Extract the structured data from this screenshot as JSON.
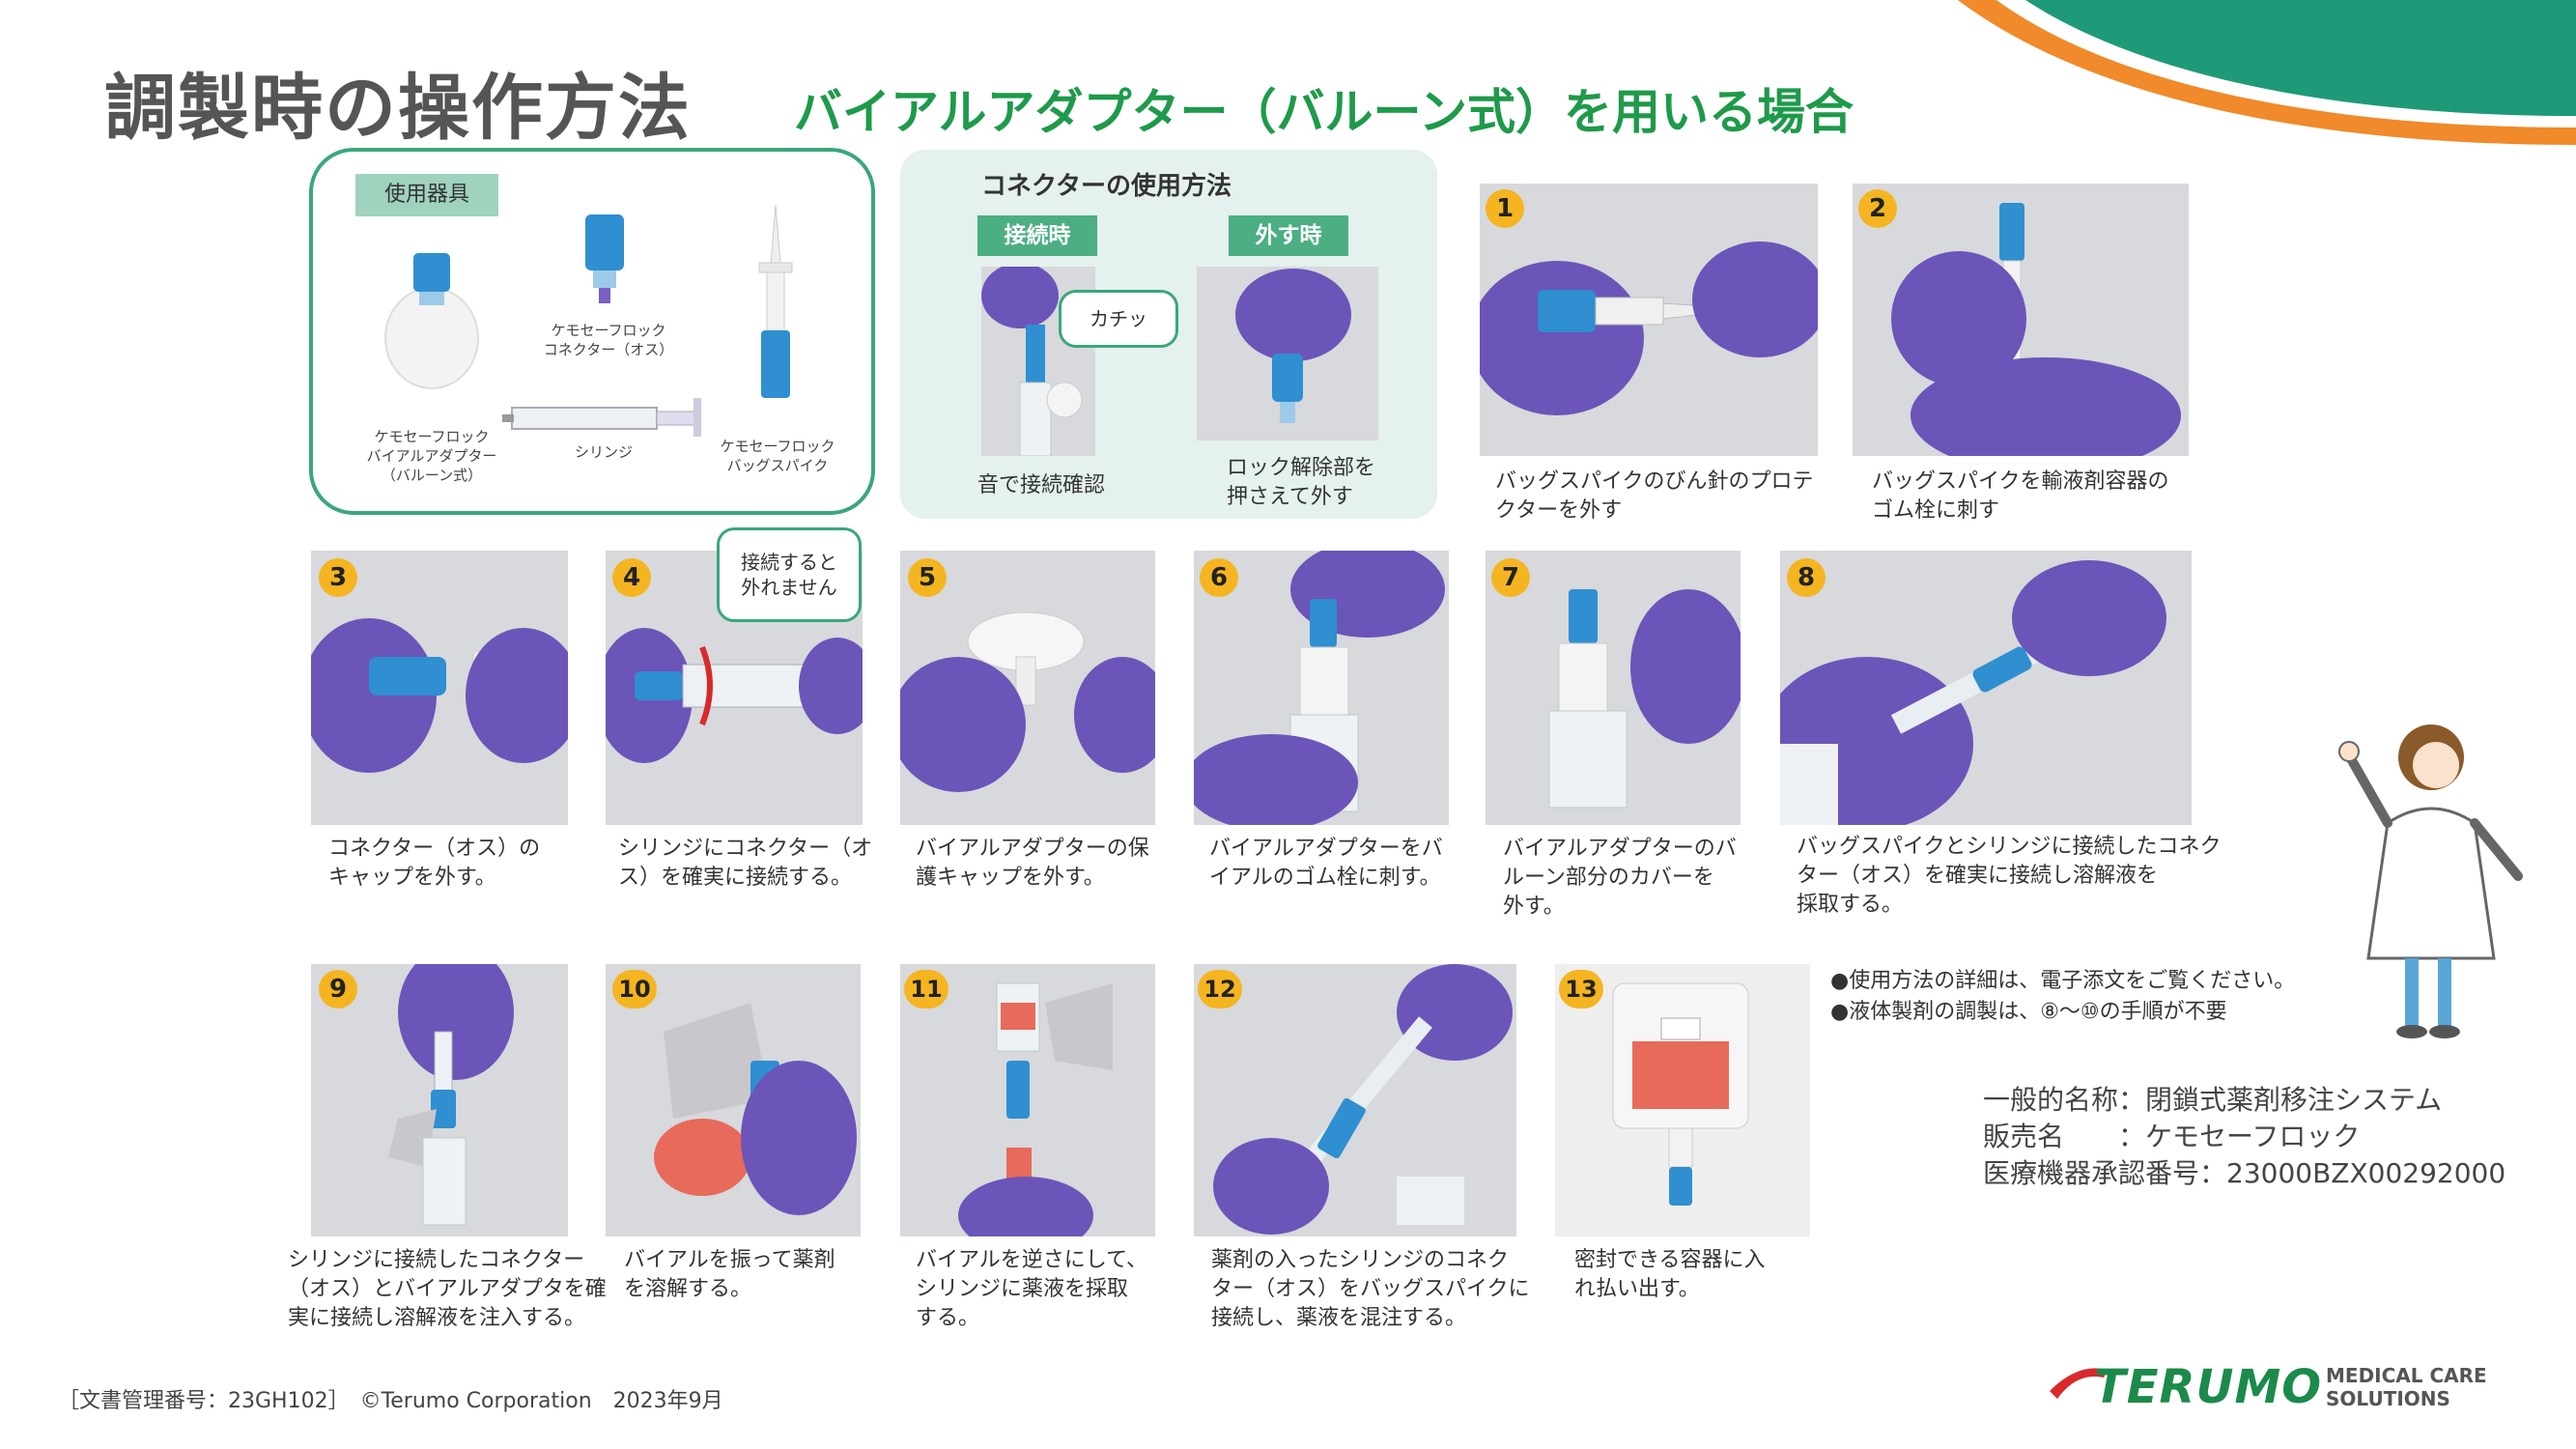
{
  "header": {
    "title": "調製時の操作方法",
    "subtitle": "バイアルアダプター（バルーン式）を用いる場合"
  },
  "equipment": {
    "label": "使用器具",
    "items": [
      {
        "caption": "ケモセーフロック\nバイアルアダプター\n（バルーン式）"
      },
      {
        "caption": "ケモセーフロック\nコネクター（オス）"
      },
      {
        "caption": "シリンジ"
      },
      {
        "caption": "ケモセーフロック\nバッグスパイク"
      }
    ]
  },
  "connector": {
    "title": "コネクターの使用方法",
    "connect_tag": "接続時",
    "remove_tag": "外す時",
    "click_bubble": "カチッ",
    "connect_caption": "音で接続確認",
    "remove_caption": "ロック解除部を\n押さえて外す"
  },
  "steps": [
    {
      "number": "1",
      "caption": "バッグスパイクのびん針のプロテ\nクターを外す"
    },
    {
      "number": "2",
      "caption": "バッグスパイクを輸液剤容器の\nゴム栓に刺す"
    },
    {
      "number": "3",
      "caption": "コネクター（オス）の\nキャップを外す。"
    },
    {
      "number": "4",
      "caption": "シリンジにコネクター（オ\nス）を確実に接続する。"
    },
    {
      "number": "5",
      "caption": "バイアルアダプターの保\n護キャップを外す。"
    },
    {
      "number": "6",
      "caption": "バイアルアダプターをバ\nイアルのゴム栓に刺す。"
    },
    {
      "number": "7",
      "caption": "バイアルアダプターのバ\nルーン部分のカバーを\n外す。"
    },
    {
      "number": "8",
      "caption": "バッグスパイクとシリンジに接続したコネク\nター（オス）を確実に接続し溶解液を\n採取する。"
    },
    {
      "number": "9",
      "caption": "シリンジに接続したコネクター\n（オス）とバイアルアダプタを確\n実に接続し溶解液を注入する。"
    },
    {
      "number": "10",
      "caption": "バイアルを振って薬剤\nを溶解する。"
    },
    {
      "number": "11",
      "caption": "バイアルを逆さにして、\nシリンジに薬液を採取\nする。"
    },
    {
      "number": "12",
      "caption": "薬剤の入ったシリンジのコネク\nター（オス）をバッグスパイクに\n接続し、薬液を混注する。"
    },
    {
      "number": "13",
      "caption": "密封できる容器に入\nれ払い出す。"
    }
  ],
  "step4_bubble": "接続すると\n外れません",
  "notes": [
    "●使用方法の詳細は、電子添文をご覧ください。",
    "●液体製剤の調製は、⑧～⑩の手順が不要"
  ],
  "product_info": [
    "一般的名称：閉鎖式薬剤移注システム",
    "販売名　　：ケモセーフロック",
    "医療機器承認番号：23000BZX00292000"
  ],
  "footer": "［文書管理番号：23GH102］　©Terumo Corporation　2023年9月",
  "logo": {
    "wordmark": "TERUMO",
    "tagline_line1": "MEDICAL CARE",
    "tagline_line2": "SOLUTIONS"
  },
  "colors": {
    "accent_green": "#1e9a4a",
    "number_badge": "#f5b520",
    "glove_purple": "#6b55b8",
    "connector_blue": "#2f8fd0"
  }
}
